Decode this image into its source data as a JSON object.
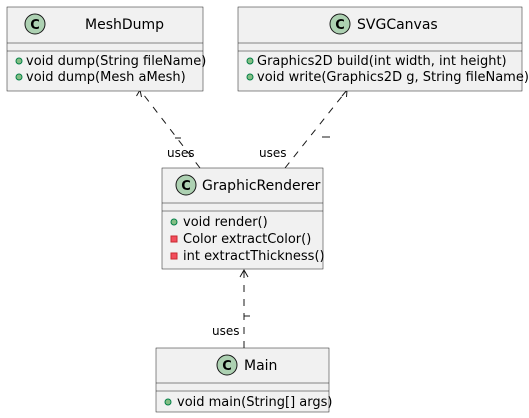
{
  "classes": {
    "meshdump": {
      "name": "MeshDump",
      "stereotype_letter": "C",
      "members": [
        {
          "visibility": "public",
          "text": "void dump(String fileName)"
        },
        {
          "visibility": "public",
          "text": "void dump(Mesh aMesh)"
        }
      ]
    },
    "svgcanvas": {
      "name": "SVGCanvas",
      "stereotype_letter": "C",
      "members": [
        {
          "visibility": "public",
          "text": "Graphics2D build(int width, int height)"
        },
        {
          "visibility": "public",
          "text": "void write(Graphics2D g, String fileName)"
        }
      ]
    },
    "graphicrenderer": {
      "name": "GraphicRenderer",
      "stereotype_letter": "C",
      "members": [
        {
          "visibility": "public",
          "text": "void render()"
        },
        {
          "visibility": "private",
          "text": "Color extractColor()"
        },
        {
          "visibility": "private",
          "text": "int extractThickness()"
        }
      ]
    },
    "main": {
      "name": "Main",
      "stereotype_letter": "C",
      "members": [
        {
          "visibility": "public",
          "text": "void main(String[] args)"
        }
      ]
    }
  },
  "relations": [
    {
      "from": "graphicrenderer",
      "to": "meshdump",
      "kind": "dependency",
      "label": "uses"
    },
    {
      "from": "graphicrenderer",
      "to": "svgcanvas",
      "kind": "dependency",
      "label": "uses"
    },
    {
      "from": "main",
      "to": "graphicrenderer",
      "kind": "dependency",
      "label": "uses"
    }
  ]
}
